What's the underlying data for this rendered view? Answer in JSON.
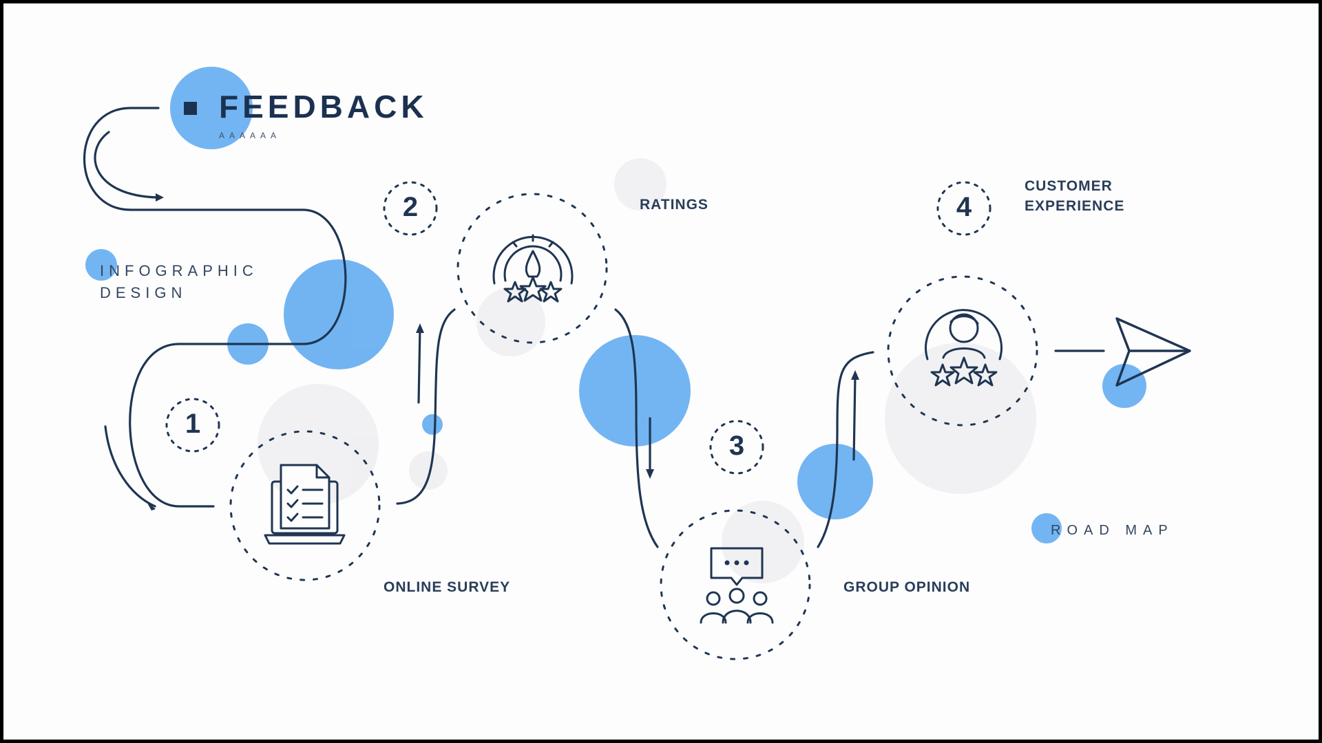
{
  "header": {
    "title": "FEEDBACK",
    "subtitle_glyphs": "AAAAAA"
  },
  "side_label": {
    "line1": "INFOGRAPHIC",
    "line2": "DESIGN"
  },
  "steps": [
    {
      "number": "1",
      "label": "ONLINE SURVEY",
      "icon": "online-survey-laptop-icon"
    },
    {
      "number": "2",
      "label": "RATINGS",
      "icon": "rating-gauge-stars-icon"
    },
    {
      "number": "3",
      "label": "GROUP OPINION",
      "icon": "group-chat-icon"
    },
    {
      "number": "4",
      "label_line1": "CUSTOMER",
      "label_line2": "EXPERIENCE",
      "icon": "customer-stars-icon"
    }
  ],
  "roadmap_label": "ROAD MAP",
  "colors": {
    "accent_blue": "#5aa8f0",
    "line_navy": "#1f3552",
    "soft_gray": "#ececef",
    "background": "#fdfdfe"
  }
}
